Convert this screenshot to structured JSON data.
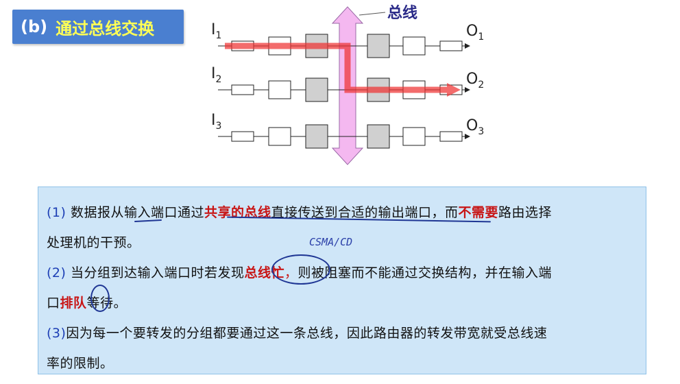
{
  "title": {
    "tag": "(b)",
    "text": "通过总线交换"
  },
  "diagram": {
    "bus_label": "总线",
    "inputs": [
      "I1",
      "I2",
      "I3"
    ],
    "outputs": [
      "O1",
      "O2",
      "O3"
    ],
    "colors": {
      "bus": "#f4b8f0",
      "path": "#ee3333",
      "box": "#ffffff",
      "queue": "#d0d0d0"
    }
  },
  "notes": {
    "item1": {
      "num": "(1)",
      "seg1": " 数据报从输入端口通过",
      "red1": "共享的总线",
      "seg2": "直接传送到合适的输出端口，而",
      "red2": "不需要",
      "seg3": "路由选择",
      "cont": "处理机的干预。"
    },
    "annotation": "CSMA/CD",
    "item2": {
      "num": "(2)",
      "seg1": " 当分组到达输入端口时若发现",
      "red1": "总线忙",
      "red1_punct": "，",
      "seg2": "则被阻塞而不能通过交换结构，并在输入端",
      "cont1": "口",
      "red2": "排队",
      "cont2": "等待。"
    },
    "item3": {
      "num": "(3)",
      "seg1": "因为每一个要转发的分组都要通过这一条总线，因此路由器的转发带宽就受总线速",
      "cont": "率的限制。"
    }
  }
}
